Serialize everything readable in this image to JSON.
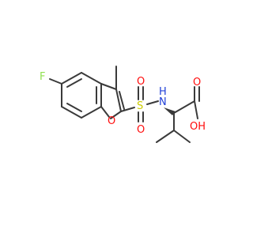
{
  "molecule": {
    "atoms": {
      "fluorine": "F",
      "oxygen_ring": "O",
      "sulfur": "S",
      "oxygen_sulfonyl_top": "O",
      "oxygen_sulfonyl_bottom": "O",
      "nitrogen": "N",
      "hydrogen_on_n": "H",
      "oxygen_carbonyl": "O",
      "hydroxyl": "OH"
    },
    "colors": {
      "bond": "#3a3a3a",
      "fluorine": "#90e050",
      "oxygen": "#ff0d0d",
      "sulfur": "#cccc00",
      "nitrogen": "#2040d8",
      "carbon_label": "#404040"
    }
  }
}
